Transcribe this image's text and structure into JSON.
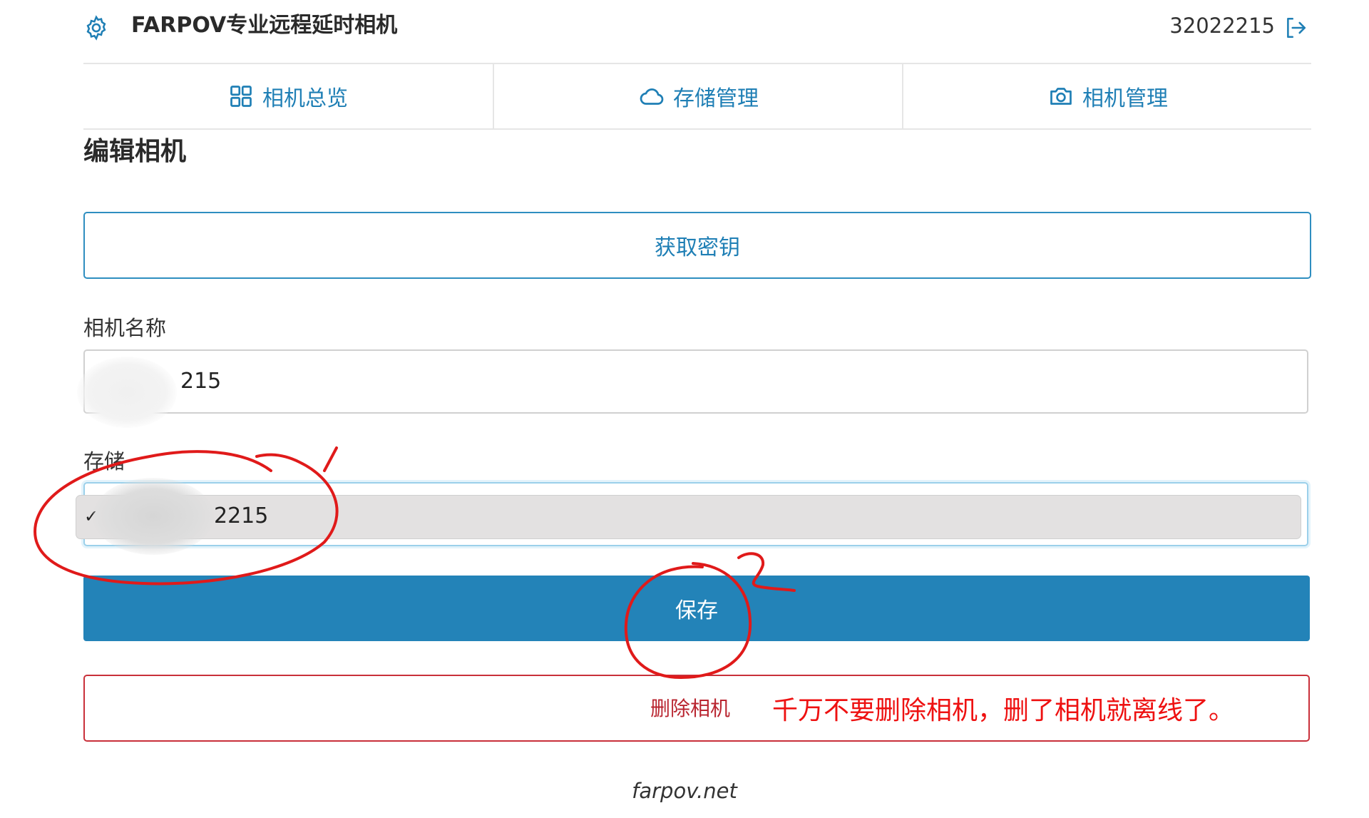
{
  "header": {
    "brand_icon": "gear-icon",
    "brand_title": "FARPOV专业远程延时相机",
    "user_id": "32022215",
    "logout_icon": "logout-icon"
  },
  "tabs": [
    {
      "label": "相机总览",
      "icon": "grid-icon"
    },
    {
      "label": "存储管理",
      "icon": "cloud-icon"
    },
    {
      "label": "相机管理",
      "icon": "camera-icon"
    }
  ],
  "page_title": "编辑相机",
  "get_key_label": "获取密钥",
  "form": {
    "name_label": "相机名称",
    "name_value_visible": "215",
    "storage_label": "存储",
    "storage_selected_visible": "2215",
    "storage_check": "✓"
  },
  "save_label": "保存",
  "delete_label": "删除相机",
  "annotation": {
    "warning": "千万不要删除相机，删了相机就离线了。",
    "marks": [
      "1",
      "2"
    ],
    "color": "#e01a1a"
  },
  "footer": "farpov.net",
  "colors": {
    "accent": "#1f7fb5",
    "primary_button": "#2383b8",
    "danger": "#c9303a"
  }
}
